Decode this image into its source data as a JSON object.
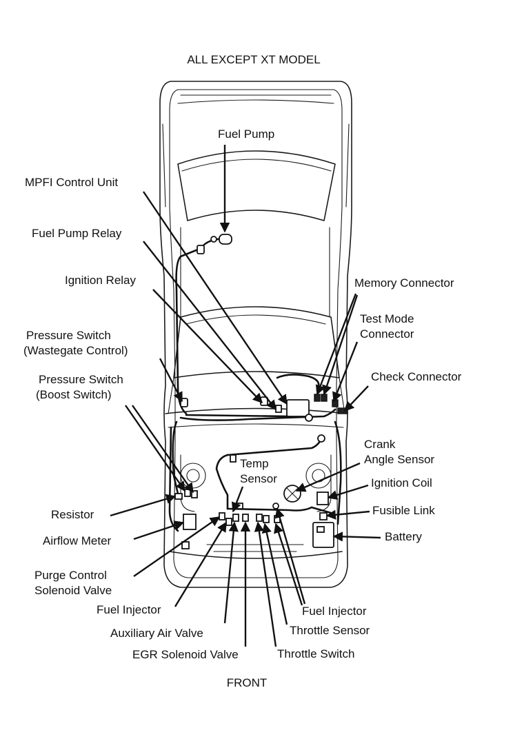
{
  "title": "ALL EXCEPT XT MODEL",
  "footer": "FRONT",
  "colors": {
    "ink": "#111111",
    "background": "#ffffff"
  },
  "labels": {
    "fuel_pump": "Fuel Pump",
    "mpfi_control_unit": "MPFI Control Unit",
    "fuel_pump_relay": "Fuel Pump Relay",
    "ignition_relay": "Ignition Relay",
    "pressure_switch_wastegate_1": "Pressure Switch",
    "pressure_switch_wastegate_2": "(Wastegate Control)",
    "pressure_switch_boost_1": "Pressure Switch",
    "pressure_switch_boost_2": "(Boost Switch)",
    "memory_connector": "Memory Connector",
    "test_mode_connector_1": "Test Mode",
    "test_mode_connector_2": "Connector",
    "check_connector": "Check Connector",
    "crank_angle_sensor_1": "Crank",
    "crank_angle_sensor_2": "Angle Sensor",
    "ignition_coil": "Ignition Coil",
    "fusible_link": "Fusible Link",
    "battery": "Battery",
    "temp_sensor_1": "Temp",
    "temp_sensor_2": "Sensor",
    "resistor": "Resistor",
    "airflow_meter": "Airflow Meter",
    "purge_control_1": "Purge Control",
    "purge_control_2": "Solenoid Valve",
    "fuel_injector_left": "Fuel Injector",
    "auxiliary_air_valve": "Auxiliary Air Valve",
    "egr_solenoid_valve": "EGR Solenoid Valve",
    "fuel_injector_right": "Fuel Injector",
    "throttle_sensor": "Throttle Sensor",
    "throttle_switch": "Throttle Switch"
  }
}
